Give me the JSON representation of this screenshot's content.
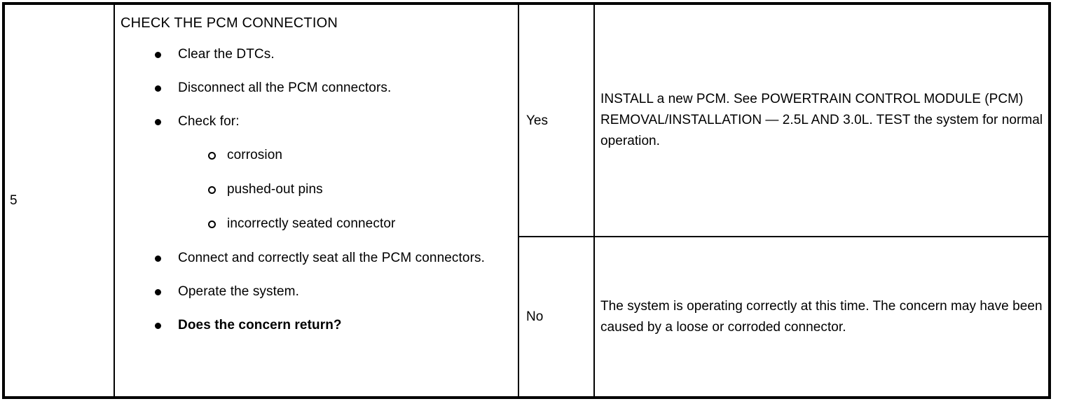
{
  "table": {
    "step": {
      "number": "5"
    },
    "action": {
      "heading": "CHECK THE PCM CONNECTION",
      "bullets": [
        {
          "marker": "filled-bullet",
          "text": "Clear the DTCs.",
          "level": 1,
          "bold": false
        },
        {
          "marker": "filled-bullet",
          "text": "Disconnect all the PCM connectors.",
          "level": 1,
          "bold": false
        },
        {
          "marker": "filled-bullet",
          "text": "Check for:",
          "level": 1,
          "bold": false
        },
        {
          "marker": "hollow-bullet",
          "text": "corrosion",
          "level": 2,
          "bold": false
        },
        {
          "marker": "hollow-bullet",
          "text": "pushed-out pins",
          "level": 2,
          "bold": false
        },
        {
          "marker": "hollow-bullet",
          "text": "incorrectly seated connector",
          "level": 2,
          "bold": false
        },
        {
          "marker": "filled-bullet",
          "text": "Connect and correctly seat all the PCM connectors.",
          "level": 1,
          "bold": false
        },
        {
          "marker": "filled-bullet",
          "text": "Operate the system.",
          "level": 1,
          "bold": false
        },
        {
          "marker": "filled-bullet",
          "text": "Does the concern return?",
          "level": 1,
          "bold": true
        }
      ]
    },
    "results": [
      {
        "label": "Yes",
        "outcome": "INSTALL a new PCM. See POWERTRAIN CONTROL MODULE (PCM) REMOVAL/INSTALLATION — 2.5L AND 3.0L. TEST the system for normal operation."
      },
      {
        "label": "No",
        "outcome": "The system is operating correctly at this time. The concern may have been caused by a loose or corroded connector."
      }
    ]
  },
  "colors": {
    "border": "#000000",
    "text": "#000000",
    "background": "#ffffff"
  }
}
